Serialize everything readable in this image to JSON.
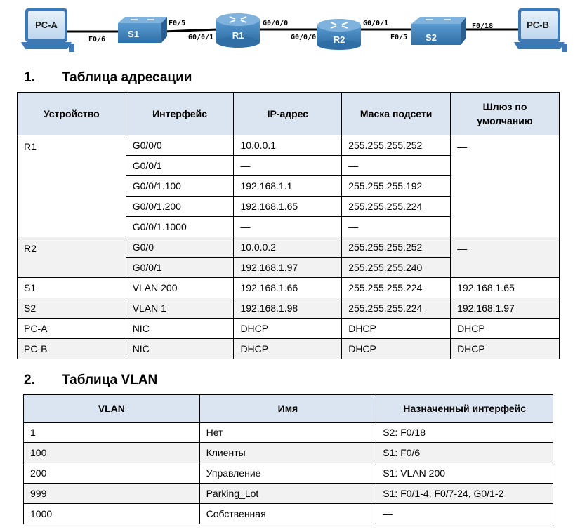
{
  "topology": {
    "pc_a": "PC-A",
    "pc_b": "PC-B",
    "s1": "S1",
    "s2": "S2",
    "r1": "R1",
    "r2": "R2",
    "link_labels": {
      "pca_s1": "F0/6",
      "s1_r1_top": "F0/5",
      "s1_r1_bottom": "G0/0/1",
      "r1_r2_top": "G0/0/0",
      "r1_r2_bottom": "G0/0/0",
      "r2_s2_top": "G0/0/1",
      "r2_s2_bottom": "F0/5",
      "s2_pcb": "F0/18"
    },
    "colors": {
      "device_blue": "#3a7fb8",
      "pc_blue": "#4f8fca",
      "link": "#000000"
    }
  },
  "section1": {
    "number": "1.",
    "title": "Таблица адресации"
  },
  "addressing_table": {
    "headers": [
      "Устройство",
      "Интерфейс",
      "IP-адрес",
      "Маска подсети",
      "Шлюз по умолчанию"
    ],
    "r1": {
      "device": "R1",
      "gateway": "—",
      "rows": [
        {
          "interface": "G0/0/0",
          "ip": "10.0.0.1",
          "mask": "255.255.255.252"
        },
        {
          "interface": "G0/0/1",
          "ip": "—",
          "mask": "—"
        },
        {
          "interface": "G0/0/1.100",
          "ip": "192.168.1.1",
          "mask": "255.255.255.192"
        },
        {
          "interface": "G0/0/1.200",
          "ip": "192.168.1.65",
          "mask": "255.255.255.224"
        },
        {
          "interface": "G0/0/1.1000",
          "ip": "—",
          "mask": "—"
        }
      ]
    },
    "r2": {
      "device": "R2",
      "gateway": "—",
      "rows": [
        {
          "interface": "G0/0",
          "ip": "10.0.0.2",
          "mask": "255.255.255.252"
        },
        {
          "interface": "G0/0/1",
          "ip": "192.168.1.97",
          "mask": "255.255.255.240"
        }
      ]
    },
    "single_rows": [
      {
        "device": "S1",
        "interface": "VLAN 200",
        "ip": "192.168.1.66",
        "mask": "255.255.255.224",
        "gateway": "192.168.1.65"
      },
      {
        "device": "S2",
        "interface": "VLAN 1",
        "ip": "192.168.1.98",
        "mask": "255.255.255.224",
        "gateway": "192.168.1.97"
      },
      {
        "device": "PC-A",
        "interface": "NIC",
        "ip": "DHCP",
        "mask": "DHCP",
        "gateway": "DHCP"
      },
      {
        "device": "PC-B",
        "interface": "NIC",
        "ip": "DHCP",
        "mask": "DHCP",
        "gateway": "DHCP"
      }
    ]
  },
  "section2": {
    "number": "2.",
    "title": "Таблица VLAN"
  },
  "vlan_table": {
    "headers": [
      "VLAN",
      "Имя",
      "Назначенный интерфейс"
    ],
    "rows": [
      {
        "vlan": "1",
        "name": "Нет",
        "interface": "S2: F0/18"
      },
      {
        "vlan": "100",
        "name": "Клиенты",
        "interface": "S1: F0/6"
      },
      {
        "vlan": "200",
        "name": "Управление",
        "interface": "S1: VLAN 200"
      },
      {
        "vlan": "999",
        "name": "Parking_Lot",
        "interface": "S1: F0/1-4, F0/7-24, G0/1-2"
      },
      {
        "vlan": "1000",
        "name": "Собственная",
        "interface": "—"
      }
    ]
  },
  "styles": {
    "header_bg": "#dbe5f1",
    "alt_row_bg": "#f2f2f2"
  }
}
